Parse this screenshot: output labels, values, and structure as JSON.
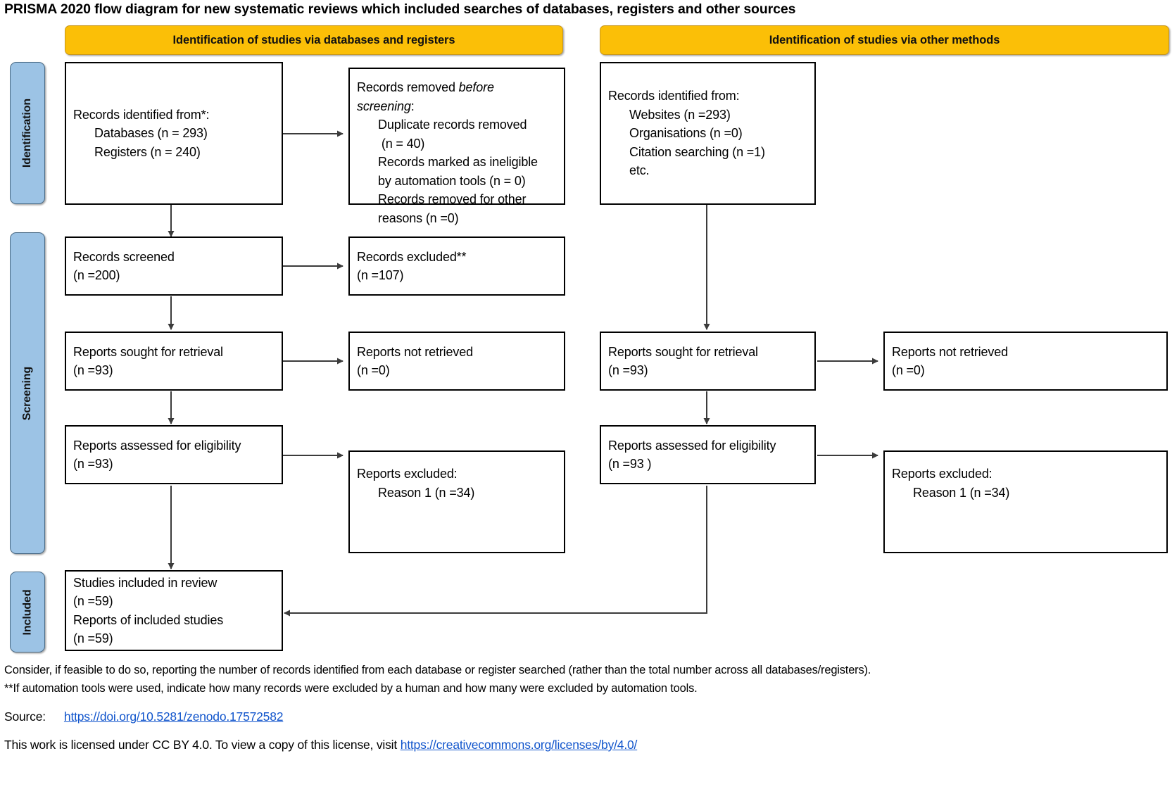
{
  "document": {
    "title": "PRISMA 2020 flow diagram for new systematic reviews which included searches of databases, registers and other sources"
  },
  "banners": {
    "left": "Identification of studies via databases and registers",
    "right": "Identification of studies via other methods",
    "color": "#FBBF07"
  },
  "stages": {
    "color": "#9CC3E5",
    "identification": "Identification",
    "screening": "Screening",
    "included": "Included"
  },
  "boxes": {
    "records_identified": {
      "l1": "Records identified from*:",
      "l2": "Databases (n = 293)",
      "l3": "Registers (n = 240)"
    },
    "records_removed": {
      "l1a": "Records removed ",
      "l1b": "before",
      "l2a": "screening",
      "l2b": ":",
      "l3": "Duplicate records removed",
      "l4": " (n = 40)",
      "l5": "Records marked as ineligible",
      "l6": "by automation tools (n = 0)",
      "l7": "Records removed for other",
      "l8": "reasons (n =0)"
    },
    "records_screened": {
      "l1": "Records screened",
      "l2": "(n =200)"
    },
    "records_excluded": {
      "l1": "Records excluded**",
      "l2": "(n =107)"
    },
    "reports_sought_left": {
      "l1": "Reports sought for retrieval",
      "l2": "(n =93)"
    },
    "reports_not_retrieved_left": {
      "l1": "Reports not retrieved",
      "l2": "(n =0)"
    },
    "reports_assessed_left": {
      "l1": "Reports assessed for eligibility",
      "l2": "(n =93)"
    },
    "reports_excluded_left": {
      "l1": "Reports excluded:",
      "l2": "Reason 1 (n =34)"
    },
    "studies_included": {
      "l1": "Studies included in review",
      "l2": "(n =59)",
      "l3": "Reports of included studies",
      "l4": "(n =59)"
    },
    "records_identified_other": {
      "l1": "Records identified from:",
      "l2": "Websites (n =293)",
      "l3": "Organisations (n =0)",
      "l4": "Citation searching (n =1)",
      "l5": "etc."
    },
    "reports_sought_right": {
      "l1": "Reports sought for retrieval",
      "l2": "(n =93)"
    },
    "reports_not_retrieved_right": {
      "l1": "Reports not retrieved",
      "l2": "(n =0)"
    },
    "reports_assessed_right": {
      "l1": "Reports assessed for eligibility",
      "l2": "(n =93 )"
    },
    "reports_excluded_right": {
      "l1": "Reports excluded:",
      "l2": "Reason 1 (n =34)"
    }
  },
  "footnotes": {
    "star": "Consider, if feasible to do so, reporting the number of records identified from each database or register searched (rather than the total number across all databases/registers).",
    "doublestar": "**If automation tools were used, indicate how many records were excluded by a human and how many were excluded by automation tools."
  },
  "source": {
    "label": "Source:",
    "url": "https://doi.org/10.5281/zenodo.17572582"
  },
  "license": {
    "text": "This work is licensed under CC BY 4.0. To view a copy of this license, visit ",
    "url": "https://creativecommons.org/licenses/by/4.0/"
  }
}
